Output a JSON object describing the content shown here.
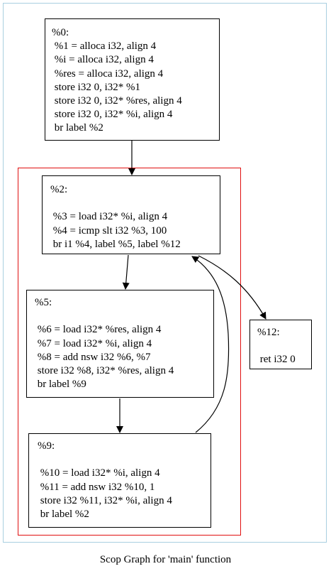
{
  "graph": {
    "caption": "Scop Graph for 'main' function",
    "colors": {
      "outer_border": "#a9cfe0",
      "cluster_border": "#e01010",
      "node_border": "#000000",
      "edge": "#000000"
    },
    "nodes": {
      "n0": {
        "lines": [
          "%0:",
          " %1 = alloca i32, align 4",
          " %i = alloca i32, align 4",
          " %res = alloca i32, align 4",
          " store i32 0, i32* %1",
          " store i32 0, i32* %res, align 4",
          " store i32 0, i32* %i, align 4",
          " br label %2"
        ]
      },
      "n2": {
        "lines": [
          "%2:",
          "",
          " %3 = load i32* %i, align 4",
          " %4 = icmp slt i32 %3, 100",
          " br i1 %4, label %5, label %12"
        ]
      },
      "n5": {
        "lines": [
          "%5:",
          "",
          " %6 = load i32* %res, align 4",
          " %7 = load i32* %i, align 4",
          " %8 = add nsw i32 %6, %7",
          " store i32 %8, i32* %res, align 4",
          " br label %9"
        ]
      },
      "n9": {
        "lines": [
          "%9:",
          "",
          " %10 = load i32* %i, align 4",
          " %11 = add nsw i32 %10, 1",
          " store i32 %11, i32* %i, align 4",
          " br label %2"
        ]
      },
      "n12": {
        "lines": [
          "%12:",
          "",
          " ret i32 0"
        ]
      }
    },
    "edges": [
      {
        "from": "%0",
        "to": "%2"
      },
      {
        "from": "%2",
        "to": "%5"
      },
      {
        "from": "%2",
        "to": "%12"
      },
      {
        "from": "%5",
        "to": "%9"
      },
      {
        "from": "%9",
        "to": "%2"
      }
    ]
  }
}
